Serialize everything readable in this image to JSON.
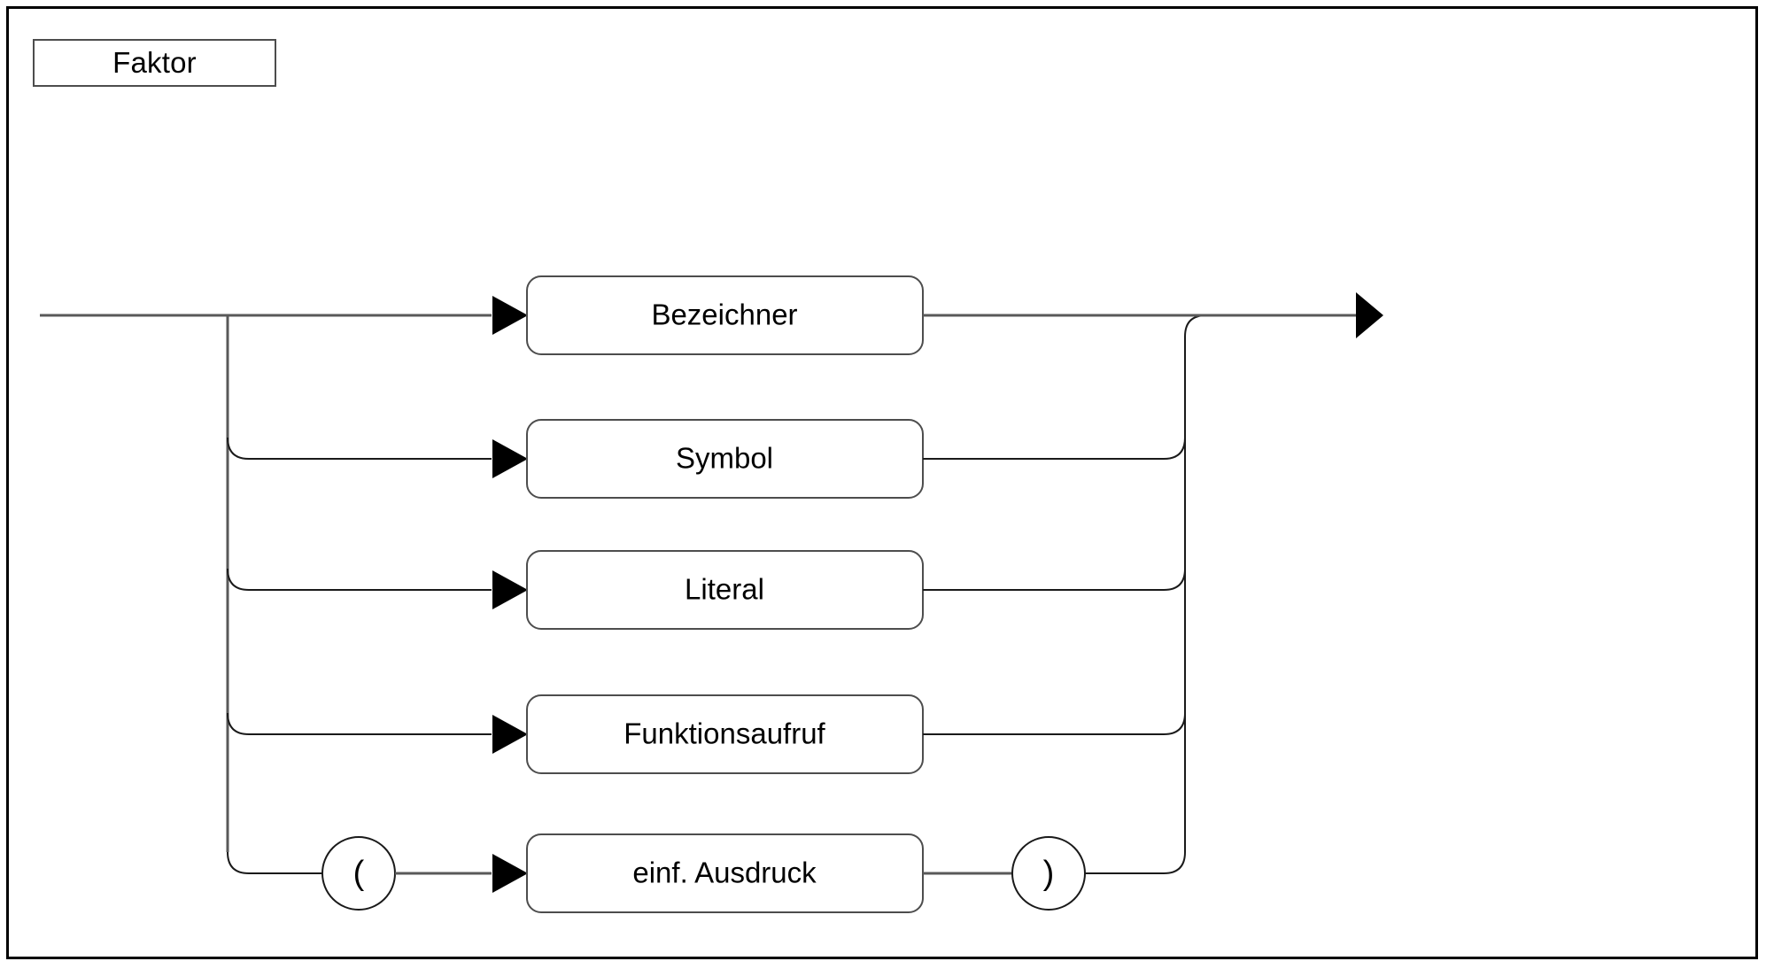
{
  "diagram": {
    "kind": "railroad-syntax-diagram",
    "title": "Faktor",
    "language": "de",
    "entry_arrow": "triangle-right",
    "exit_arrow": "triangle-right",
    "colors": {
      "background": "#ffffff",
      "frame_border": "#000000",
      "rail_line": "#595959",
      "node_border": "#4d4d4d",
      "node_fill": "#ffffff",
      "text": "#000000",
      "arrow_fill": "#000000"
    },
    "alternatives": [
      {
        "id": "bezeichner",
        "label": "Bezeichner",
        "prefix": "",
        "suffix": "",
        "row": 1
      },
      {
        "id": "symbol",
        "label": "Symbol",
        "prefix": "",
        "suffix": "",
        "row": 2
      },
      {
        "id": "literal",
        "label": "Literal",
        "prefix": "",
        "suffix": "",
        "row": 3
      },
      {
        "id": "funktionsaufruf",
        "label": "Funktionsaufruf",
        "prefix": "",
        "suffix": "",
        "row": 4
      },
      {
        "id": "klammer-ausdruck",
        "label": "einf. Ausdruck",
        "prefix": "(",
        "suffix": ")",
        "row": 5
      }
    ],
    "terminals": {
      "open_paren": "(",
      "close_paren": ")"
    }
  }
}
